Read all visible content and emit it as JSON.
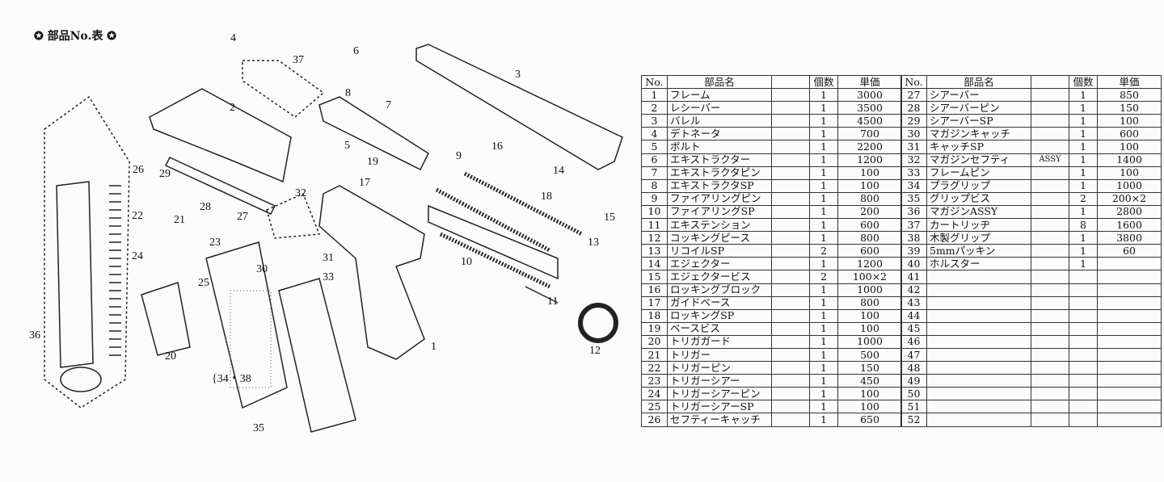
{
  "title": "✪ 部品No.表 ✪",
  "table": {
    "headers": {
      "no": "No.",
      "name": "部品名",
      "qty": "個数",
      "price": "単価"
    },
    "left_rows": [
      {
        "no": "1",
        "name": "フレーム",
        "extra": "",
        "qty": "1",
        "price": "3000"
      },
      {
        "no": "2",
        "name": "レシーバー",
        "extra": "",
        "qty": "1",
        "price": "3500"
      },
      {
        "no": "3",
        "name": "バレル",
        "extra": "",
        "qty": "1",
        "price": "4500"
      },
      {
        "no": "4",
        "name": "デトネータ",
        "extra": "",
        "qty": "1",
        "price": "700"
      },
      {
        "no": "5",
        "name": "ボルト",
        "extra": "",
        "qty": "1",
        "price": "2200"
      },
      {
        "no": "6",
        "name": "エキストラクター",
        "extra": "",
        "qty": "1",
        "price": "1200"
      },
      {
        "no": "7",
        "name": "エキストラクタピン",
        "extra": "",
        "qty": "1",
        "price": "100"
      },
      {
        "no": "8",
        "name": "エキストラクタSP",
        "extra": "",
        "qty": "1",
        "price": "100"
      },
      {
        "no": "9",
        "name": "ファイアリングピン",
        "extra": "",
        "qty": "1",
        "price": "800"
      },
      {
        "no": "10",
        "name": "ファイアリングSP",
        "extra": "",
        "qty": "1",
        "price": "200"
      },
      {
        "no": "11",
        "name": "エキステンション",
        "extra": "",
        "qty": "1",
        "price": "600"
      },
      {
        "no": "12",
        "name": "コッキングピース",
        "extra": "",
        "qty": "1",
        "price": "800"
      },
      {
        "no": "13",
        "name": "リコイルSP",
        "extra": "",
        "qty": "2",
        "price": "600"
      },
      {
        "no": "14",
        "name": "エジェクター",
        "extra": "",
        "qty": "1",
        "price": "1200"
      },
      {
        "no": "15",
        "name": "エジェクタービス",
        "extra": "",
        "qty": "2",
        "price": "100×2"
      },
      {
        "no": "16",
        "name": "ロッキングブロック",
        "extra": "",
        "qty": "1",
        "price": "1000"
      },
      {
        "no": "17",
        "name": "ガイドベース",
        "extra": "",
        "qty": "1",
        "price": "800"
      },
      {
        "no": "18",
        "name": "ロッキングSP",
        "extra": "",
        "qty": "1",
        "price": "100"
      },
      {
        "no": "19",
        "name": "ベースビス",
        "extra": "",
        "qty": "1",
        "price": "100"
      },
      {
        "no": "20",
        "name": "トリガガード",
        "extra": "",
        "qty": "1",
        "price": "1000"
      },
      {
        "no": "21",
        "name": "トリガー",
        "extra": "",
        "qty": "1",
        "price": "500"
      },
      {
        "no": "22",
        "name": "トリガーピン",
        "extra": "",
        "qty": "1",
        "price": "150"
      },
      {
        "no": "23",
        "name": "トリガーシアー",
        "extra": "",
        "qty": "1",
        "price": "450"
      },
      {
        "no": "24",
        "name": "トリガーシアーピン",
        "extra": "",
        "qty": "1",
        "price": "100"
      },
      {
        "no": "25",
        "name": "トリガーシアーSP",
        "extra": "",
        "qty": "1",
        "price": "100"
      },
      {
        "no": "26",
        "name": "セフティーキャッチ",
        "extra": "",
        "qty": "1",
        "price": "650"
      }
    ],
    "right_rows": [
      {
        "no": "27",
        "name": "シアーバー",
        "extra": "",
        "qty": "1",
        "price": "850"
      },
      {
        "no": "28",
        "name": "シアーバーピン",
        "extra": "",
        "qty": "1",
        "price": "150"
      },
      {
        "no": "29",
        "name": "シアーバーSP",
        "extra": "",
        "qty": "1",
        "price": "100"
      },
      {
        "no": "30",
        "name": "マガジンキャッチ",
        "extra": "",
        "qty": "1",
        "price": "600"
      },
      {
        "no": "31",
        "name": "キャッチSP",
        "extra": "",
        "qty": "1",
        "price": "100"
      },
      {
        "no": "32",
        "name": "マガジンセフティ",
        "extra": "ASSY",
        "qty": "1",
        "price": "1400"
      },
      {
        "no": "33",
        "name": "フレームピン",
        "extra": "",
        "qty": "1",
        "price": "100"
      },
      {
        "no": "34",
        "name": "プラグリップ",
        "extra": "",
        "qty": "1",
        "price": "1000"
      },
      {
        "no": "35",
        "name": "グリップビス",
        "extra": "",
        "qty": "2",
        "price": "200×2"
      },
      {
        "no": "36",
        "name": "マガジンASSY",
        "extra": "",
        "qty": "1",
        "price": "2800"
      },
      {
        "no": "37",
        "name": "カートリッヂ",
        "extra": "",
        "qty": "8",
        "price": "1600"
      },
      {
        "no": "38",
        "name": "木製グリップ",
        "extra": "",
        "qty": "1",
        "price": "3800"
      },
      {
        "no": "39",
        "name": "5mmパッキン",
        "extra": "",
        "qty": "1",
        "price": "60"
      },
      {
        "no": "40",
        "name": "ホルスター",
        "extra": "",
        "qty": "1",
        "price": ""
      },
      {
        "no": "41",
        "name": "",
        "extra": "",
        "qty": "",
        "price": ""
      },
      {
        "no": "42",
        "name": "",
        "extra": "",
        "qty": "",
        "price": ""
      },
      {
        "no": "43",
        "name": "",
        "extra": "",
        "qty": "",
        "price": ""
      },
      {
        "no": "44",
        "name": "",
        "extra": "",
        "qty": "",
        "price": ""
      },
      {
        "no": "45",
        "name": "",
        "extra": "",
        "qty": "",
        "price": ""
      },
      {
        "no": "46",
        "name": "",
        "extra": "",
        "qty": "",
        "price": ""
      },
      {
        "no": "47",
        "name": "",
        "extra": "",
        "qty": "",
        "price": ""
      },
      {
        "no": "48",
        "name": "",
        "extra": "",
        "qty": "",
        "price": ""
      },
      {
        "no": "49",
        "name": "",
        "extra": "",
        "qty": "",
        "price": ""
      },
      {
        "no": "50",
        "name": "",
        "extra": "",
        "qty": "",
        "price": ""
      },
      {
        "no": "51",
        "name": "",
        "extra": "",
        "qty": "",
        "price": ""
      },
      {
        "no": "52",
        "name": "",
        "extra": "",
        "qty": "",
        "price": ""
      }
    ]
  },
  "callouts": [
    "4",
    "37",
    "6",
    "3",
    "2",
    "8",
    "7",
    "5",
    "16",
    "9",
    "19",
    "14",
    "17",
    "18",
    "15",
    "29",
    "26",
    "28",
    "27",
    "32",
    "22",
    "21",
    "23",
    "24",
    "25",
    "13",
    "10",
    "30",
    "31",
    "33",
    "11",
    "12",
    "1",
    "36",
    "20",
    "{34・38",
    "35"
  ]
}
